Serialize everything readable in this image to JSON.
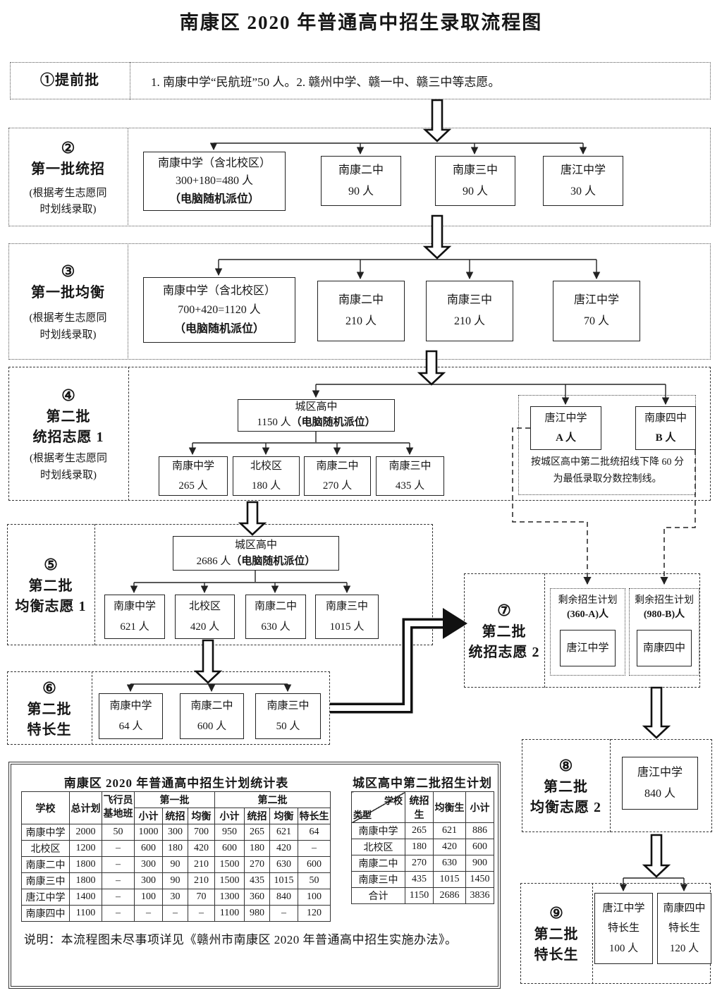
{
  "title": "南康区 2020 年普通高中招生录取流程图",
  "colors": {
    "ink": "#161616",
    "line": "#222222",
    "background": "#ffffff"
  },
  "batch1": {
    "label": "①提前批",
    "content": "1. 南康中学“民航班”50 人。2. 赣州中学、赣一中、赣三中等志愿。"
  },
  "batch2": {
    "num": "②",
    "title": "第一批统招",
    "note1": "(根据考生志愿同",
    "note2": "时划线录取)",
    "main": {
      "l1": "南康中学（含北校区）",
      "l2": "300+180=480 人",
      "l3": "（电脑随机派位）"
    },
    "schools": [
      {
        "name": "南康二中",
        "count": "90 人"
      },
      {
        "name": "南康三中",
        "count": "90 人"
      },
      {
        "name": "唐江中学",
        "count": "30 人"
      }
    ]
  },
  "batch3": {
    "num": "③",
    "title": "第一批均衡",
    "note1": "(根据考生志愿同",
    "note2": "时划线录取)",
    "main": {
      "l1": "南康中学（含北校区）",
      "l2": "700+420=1120 人",
      "l3": "（电脑随机派位）"
    },
    "schools": [
      {
        "name": "南康二中",
        "count": "210 人"
      },
      {
        "name": "南康三中",
        "count": "210 人"
      },
      {
        "name": "唐江中学",
        "count": "70 人"
      }
    ]
  },
  "batch4": {
    "num": "④",
    "title1": "第二批",
    "title2": "统招志愿 1",
    "note1": "(根据考生志愿同",
    "note2": "时划线录取)",
    "main": {
      "l1": "城区高中",
      "l2a": "1150 人",
      "l2b": "（电脑随机派位）"
    },
    "schools": [
      {
        "name": "南康中学",
        "count": "265 人"
      },
      {
        "name": "北校区",
        "count": "180 人"
      },
      {
        "name": "南康二中",
        "count": "270 人"
      },
      {
        "name": "南康三中",
        "count": "435 人"
      }
    ],
    "right": {
      "a_name": "唐江中学",
      "a_count": "A 人",
      "b_name": "南康四中",
      "b_count": "B 人",
      "note1": "按城区高中第二批统招线下降 60 分",
      "note2": "为最低录取分数控制线。"
    }
  },
  "batch5": {
    "num": "⑤",
    "title1": "第二批",
    "title2": "均衡志愿 1",
    "main": {
      "l1": "城区高中",
      "l2a": "2686 人",
      "l2b": "（电脑随机派位）"
    },
    "schools": [
      {
        "name": "南康中学",
        "count": "621 人"
      },
      {
        "name": "北校区",
        "count": "420 人"
      },
      {
        "name": "南康二中",
        "count": "630 人"
      },
      {
        "name": "南康三中",
        "count": "1015 人"
      }
    ]
  },
  "batch6": {
    "num": "⑥",
    "title1": "第二批",
    "title2": "特长生",
    "schools": [
      {
        "name": "南康中学",
        "count": "64 人"
      },
      {
        "name": "南康二中",
        "count": "600 人"
      },
      {
        "name": "南康三中",
        "count": "50 人"
      }
    ]
  },
  "batch7": {
    "num": "⑦",
    "title1": "第二批",
    "title2": "统招志愿 2",
    "plans": [
      {
        "l1": "剩余招生计划",
        "l2": "(360-A)人",
        "school": "唐江中学"
      },
      {
        "l1": "剩余招生计划",
        "l2": "(980-B)人",
        "school": "南康四中"
      }
    ]
  },
  "batch8": {
    "num": "⑧",
    "title1": "第二批",
    "title2": "均衡志愿 2",
    "school": {
      "name": "唐江中学",
      "count": "840 人"
    }
  },
  "batch9": {
    "num": "⑨",
    "title1": "第二批",
    "title2": "特长生",
    "schools": [
      {
        "name": "唐江中学",
        "type": "特长生",
        "count": "100 人"
      },
      {
        "name": "南康四中",
        "type": "特长生",
        "count": "120 人"
      }
    ]
  },
  "left_table": {
    "title": "南康区 2020 年普通高中招生计划统计表",
    "h_school": "学校",
    "h_total": "总计划",
    "h_pilot1": "飞行员",
    "h_pilot2": "基地班",
    "h_b1": "第一批",
    "h_b2": "第二批",
    "h_sub": [
      "小计",
      "统招",
      "均衡",
      "小计",
      "统招",
      "均衡",
      "特长生"
    ],
    "rows": [
      [
        "南康中学",
        "2000",
        "50",
        "1000",
        "300",
        "700",
        "950",
        "265",
        "621",
        "64"
      ],
      [
        "北校区",
        "1200",
        "–",
        "600",
        "180",
        "420",
        "600",
        "180",
        "420",
        "–"
      ],
      [
        "南康二中",
        "1800",
        "–",
        "300",
        "90",
        "210",
        "1500",
        "270",
        "630",
        "600"
      ],
      [
        "南康三中",
        "1800",
        "–",
        "300",
        "90",
        "210",
        "1500",
        "435",
        "1015",
        "50"
      ],
      [
        "唐江中学",
        "1400",
        "–",
        "100",
        "30",
        "70",
        "1300",
        "360",
        "840",
        "100"
      ],
      [
        "南康四中",
        "1100",
        "–",
        "–",
        "–",
        "–",
        "1100",
        "980",
        "–",
        "120"
      ]
    ]
  },
  "right_table": {
    "title": "城区高中第二批招生计划",
    "diag_top": "学校",
    "diag_bottom": "类型",
    "headers": [
      "统招生",
      "均衡生",
      "小计"
    ],
    "rows": [
      [
        "南康中学",
        "265",
        "621",
        "886"
      ],
      [
        "北校区",
        "180",
        "420",
        "600"
      ],
      [
        "南康二中",
        "270",
        "630",
        "900"
      ],
      [
        "南康三中",
        "435",
        "1015",
        "1450"
      ],
      [
        "合计",
        "1150",
        "2686",
        "3836"
      ]
    ]
  },
  "footnote": "说明：本流程图未尽事项详见《赣州市南康区 2020 年普通高中招生实施办法》。"
}
